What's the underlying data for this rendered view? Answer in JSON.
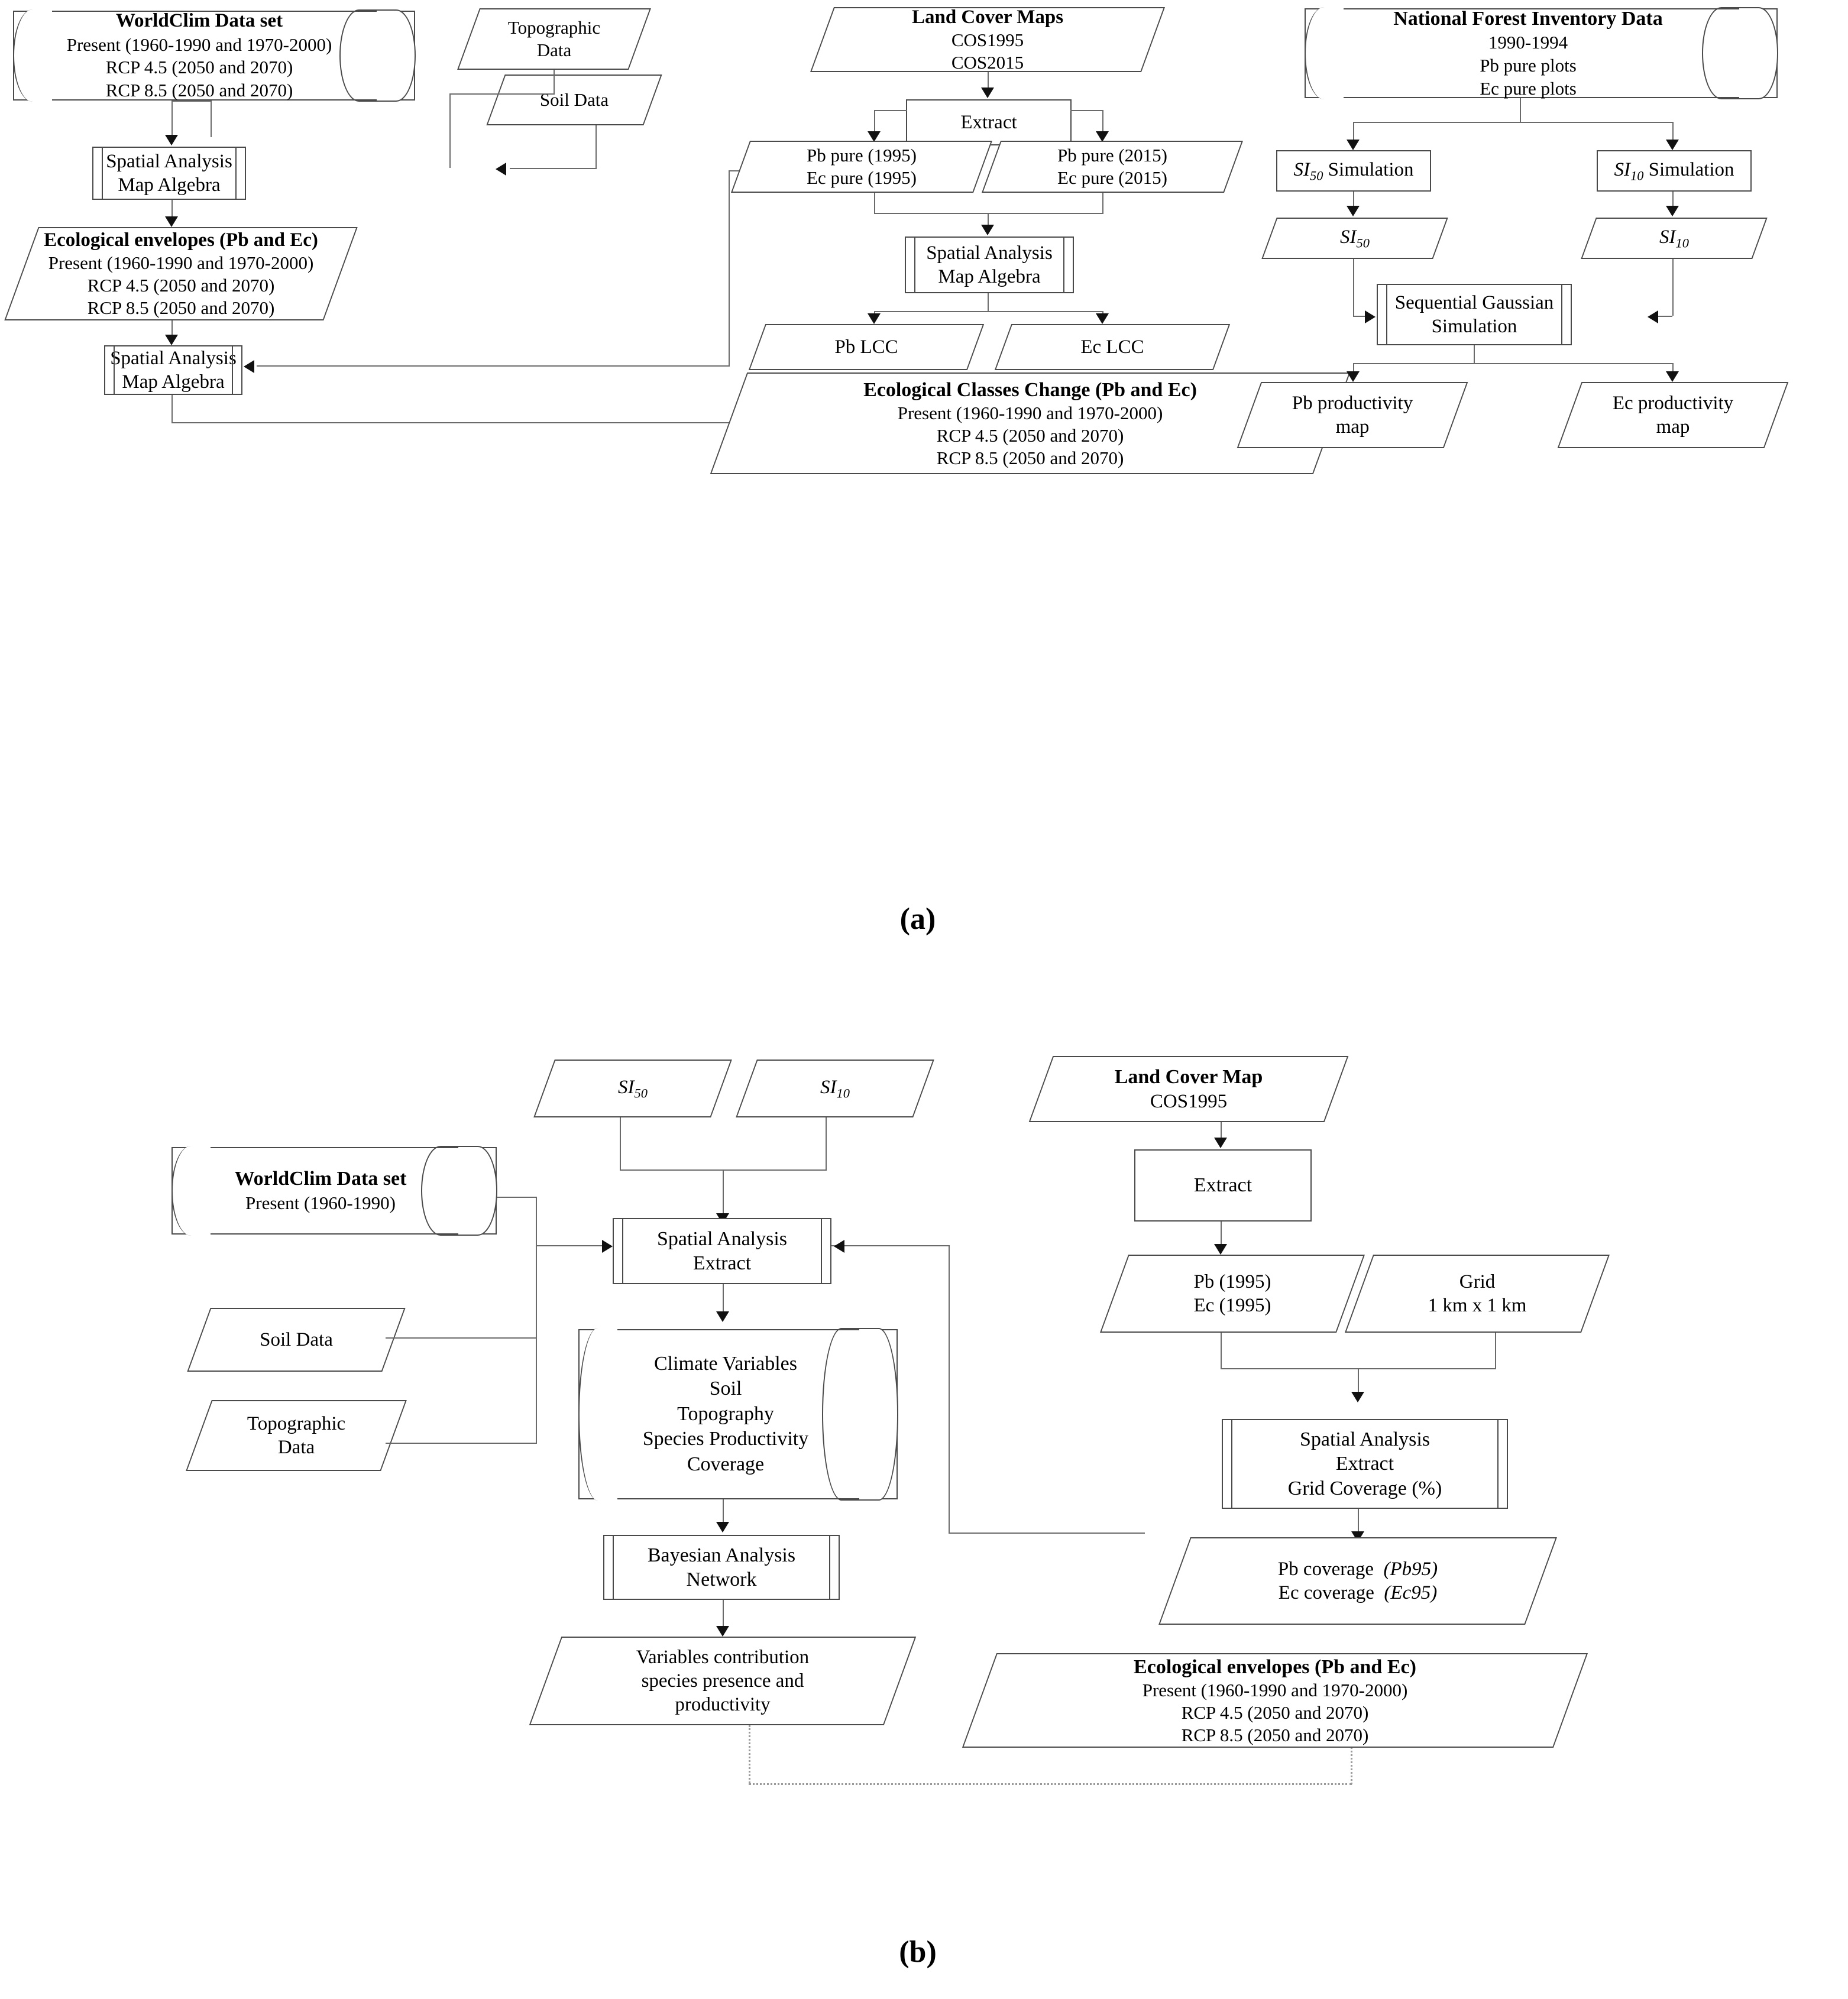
{
  "figure": {
    "panel_a_label": "(a)",
    "panel_b_label": "(b)"
  },
  "panel_a": {
    "worldclim": {
      "title": "WorldClim Data set",
      "l1": "Present (1960-1990 and 1970-2000)",
      "l2": "RCP 4.5 (2050 and 2070)",
      "l3": "RCP 8.5 (2050 and 2070)"
    },
    "topographic": {
      "l1": "Topographic",
      "l2": "Data"
    },
    "soil": {
      "l1": "Soil Data"
    },
    "spatial1": {
      "l1": "Spatial Analysis",
      "l2": "Map Algebra"
    },
    "envelopes": {
      "title": "Ecological envelopes (Pb and Ec)",
      "l1": "Present (1960-1990 and 1970-2000)",
      "l2": "RCP 4.5 (2050 and 2070)",
      "l3": "RCP 8.5 (2050 and 2070)"
    },
    "spatial2": {
      "l1": "Spatial Analysis",
      "l2": "Map Algebra"
    },
    "classes_change": {
      "title": "Ecological Classes Change (Pb and Ec)",
      "l1": "Present (1960-1990 and 1970-2000)",
      "l2": "RCP 4.5 (2050 and 2070)",
      "l3": "RCP 8.5 (2050 and 2070)"
    },
    "land_cover": {
      "title": "Land Cover Maps",
      "l1": "COS1995",
      "l2": "COS2015"
    },
    "extract": {
      "l1": "Extract"
    },
    "pure1995": {
      "l1": "Pb pure (1995)",
      "l2": "Ec pure (1995)"
    },
    "pure2015": {
      "l1": "Pb pure (2015)",
      "l2": "Ec pure (2015)"
    },
    "spatial3": {
      "l1": "Spatial Analysis",
      "l2": "Map Algebra"
    },
    "pb_lcc": {
      "l1": "Pb LCC"
    },
    "ec_lcc": {
      "l1": "Ec LCC"
    },
    "nfi": {
      "title": "National Forest Inventory Data",
      "l1": "1990-1994",
      "l2": "Pb pure plots",
      "l3": "Ec pure plots"
    },
    "si50_sim": {
      "sym": "SI",
      "sub": "50",
      "rest": " Simulation"
    },
    "si10_sim": {
      "sym": "SI",
      "sub": "10",
      "rest": " Simulation"
    },
    "si50": {
      "sym": "SI",
      "sub": "50"
    },
    "si10": {
      "sym": "SI",
      "sub": "10"
    },
    "sgs": {
      "l1": "Sequential Gaussian",
      "l2": "Simulation"
    },
    "pb_prod": {
      "l1": "Pb productivity",
      "l2": "map"
    },
    "ec_prod": {
      "l1": "Ec productivity",
      "l2": "map"
    }
  },
  "panel_b": {
    "si50": {
      "sym": "SI",
      "sub": "50"
    },
    "si10": {
      "sym": "SI",
      "sub": "10"
    },
    "worldclim": {
      "title": "WorldClim Data set",
      "l1": "Present (1960-1990)"
    },
    "soil": {
      "l1": "Soil Data"
    },
    "topographic": {
      "l1": "Topographic",
      "l2": "Data"
    },
    "spatial_extract": {
      "l1": "Spatial Analysis",
      "l2": "Extract"
    },
    "climate_db": {
      "l1": "Climate Variables",
      "l2": "Soil",
      "l3": "Topography",
      "l4": "Species Productivity",
      "l5": "Coverage"
    },
    "bayesian": {
      "l1": "Bayesian Analysis",
      "l2": "Network"
    },
    "variables_out": {
      "l1": "Variables contribution",
      "l2": "species presence and",
      "l3": "productivity"
    },
    "land_cover": {
      "title": "Land Cover Map",
      "l1": "COS1995"
    },
    "extract": {
      "l1": "Extract"
    },
    "pb_ec_1995": {
      "l1": "Pb (1995)",
      "l2": "Ec (1995)"
    },
    "grid": {
      "l1": "Grid",
      "l2": "1 km x 1 km"
    },
    "spatial_grid": {
      "l1": "Spatial Analysis",
      "l2": "Extract",
      "l3": "Grid Coverage (%)"
    },
    "coverage": {
      "l1": "Pb coverage",
      "l1b": "(Pb95)",
      "l2": "Ec coverage",
      "l2b": "(Ec95)"
    },
    "envelopes": {
      "title": "Ecological envelopes (Pb and Ec)",
      "l1": "Present (1960-1990 and 1970-2000)",
      "l2": "RCP 4.5 (2050 and 2070)",
      "l3": "RCP 8.5 (2050 and 2070)"
    }
  }
}
